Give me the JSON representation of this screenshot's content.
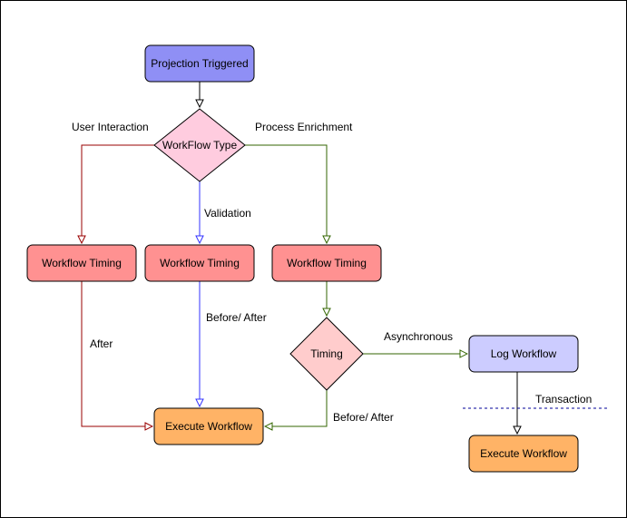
{
  "nodes": {
    "projection_triggered": {
      "label": "Projection Triggered",
      "fill": "#8f8ff5"
    },
    "workflow_type": {
      "label": "WorkFlow Type",
      "fill": "#ffccdf"
    },
    "timing_left": {
      "label": "Workflow Timing",
      "fill": "#ff9191"
    },
    "timing_center": {
      "label": "Workflow Timing",
      "fill": "#ff9191"
    },
    "timing_right": {
      "label": "Workflow Timing",
      "fill": "#ff9191"
    },
    "timing_decision": {
      "label": "Timing",
      "fill": "#ffcccc"
    },
    "log_workflow": {
      "label": "Log Workflow",
      "fill": "#ccccff"
    },
    "execute_main": {
      "label": "Execute Workflow",
      "fill": "#ffb366"
    },
    "execute_async": {
      "label": "Execute Workflow",
      "fill": "#ffb366"
    }
  },
  "edge_labels": {
    "user_interaction": "User Interaction",
    "process_enrichment": "Process Enrichment",
    "validation": "Validation",
    "after": "After",
    "before_after_center": "Before/ After",
    "asynchronous": "Asynchronous",
    "before_after_right": "Before/ After",
    "transaction": "Transaction"
  },
  "colors": {
    "dark_red": "#990000",
    "blue": "#3333ff",
    "green": "#336600",
    "black": "#000000",
    "transaction_line": "#000099"
  }
}
